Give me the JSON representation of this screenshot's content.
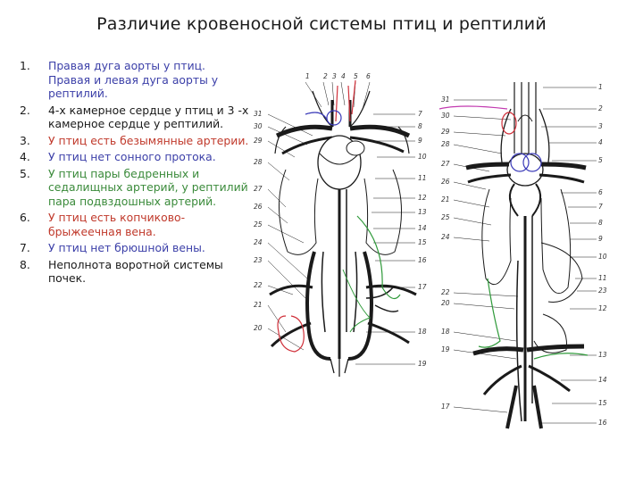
{
  "slide": {
    "title": "Различие кровеносной системы птиц и рептилий",
    "items": [
      {
        "num": "1.",
        "text": "Правая дуга аорты у птиц. Правая и левая дуга аорты у рептилий.",
        "color": "#3b3fa8"
      },
      {
        "num": "2.",
        "text": "4-х камерное сердце у птиц и 3 -х камерное сердце у рептилий.",
        "color": "#1a1a1a"
      },
      {
        "num": "3.",
        "text": "У птиц есть безымянные артерии.",
        "color": "#c0392b"
      },
      {
        "num": "4.",
        "text": "У птиц нет сонного протока.",
        "color": "#3b3fa8"
      },
      {
        "num": "5.",
        "text": "У птиц пары бедренных и седалищных артерий, у рептилий пара подвздошных артерий.",
        "color": "#3a8a3a"
      },
      {
        "num": "6.",
        "text": "У птиц есть копчиково-брыжеечная вена.",
        "color": "#c0392b"
      },
      {
        "num": "7.",
        "text": "У птиц нет брюшной вены.",
        "color": "#3b3fa8"
      },
      {
        "num": "8.",
        "text": "Неполнота воротной системы почек.",
        "color": "#1a1a1a"
      }
    ]
  },
  "figures": {
    "bird": {
      "labels_top": [
        "1",
        "2",
        "3",
        "4",
        "5",
        "6"
      ],
      "labels_right": [
        "7",
        "8",
        "9",
        "10",
        "11",
        "12",
        "13",
        "14",
        "15",
        "16",
        "17",
        "18",
        "19"
      ],
      "labels_left": [
        "31",
        "30",
        "29",
        "28",
        "27",
        "26",
        "25",
        "24",
        "23",
        "22",
        "21",
        "20"
      ]
    },
    "reptile": {
      "labels_right": [
        "1",
        "2",
        "3",
        "4",
        "5",
        "6",
        "7",
        "8",
        "9",
        "10",
        "11",
        "23",
        "12",
        "13",
        "14",
        "15",
        "16"
      ],
      "labels_left": [
        "31",
        "30",
        "29",
        "28",
        "27",
        "26",
        "21",
        "25",
        "24",
        "22",
        "20",
        "18",
        "19",
        "17"
      ]
    }
  },
  "colors": {
    "vessel": "#1a1a1a",
    "annotation_red": "#d0303a",
    "annotation_blue": "#3a3ab8",
    "annotation_green": "#2f9a3a",
    "annotation_magenta": "#c23ab0"
  }
}
